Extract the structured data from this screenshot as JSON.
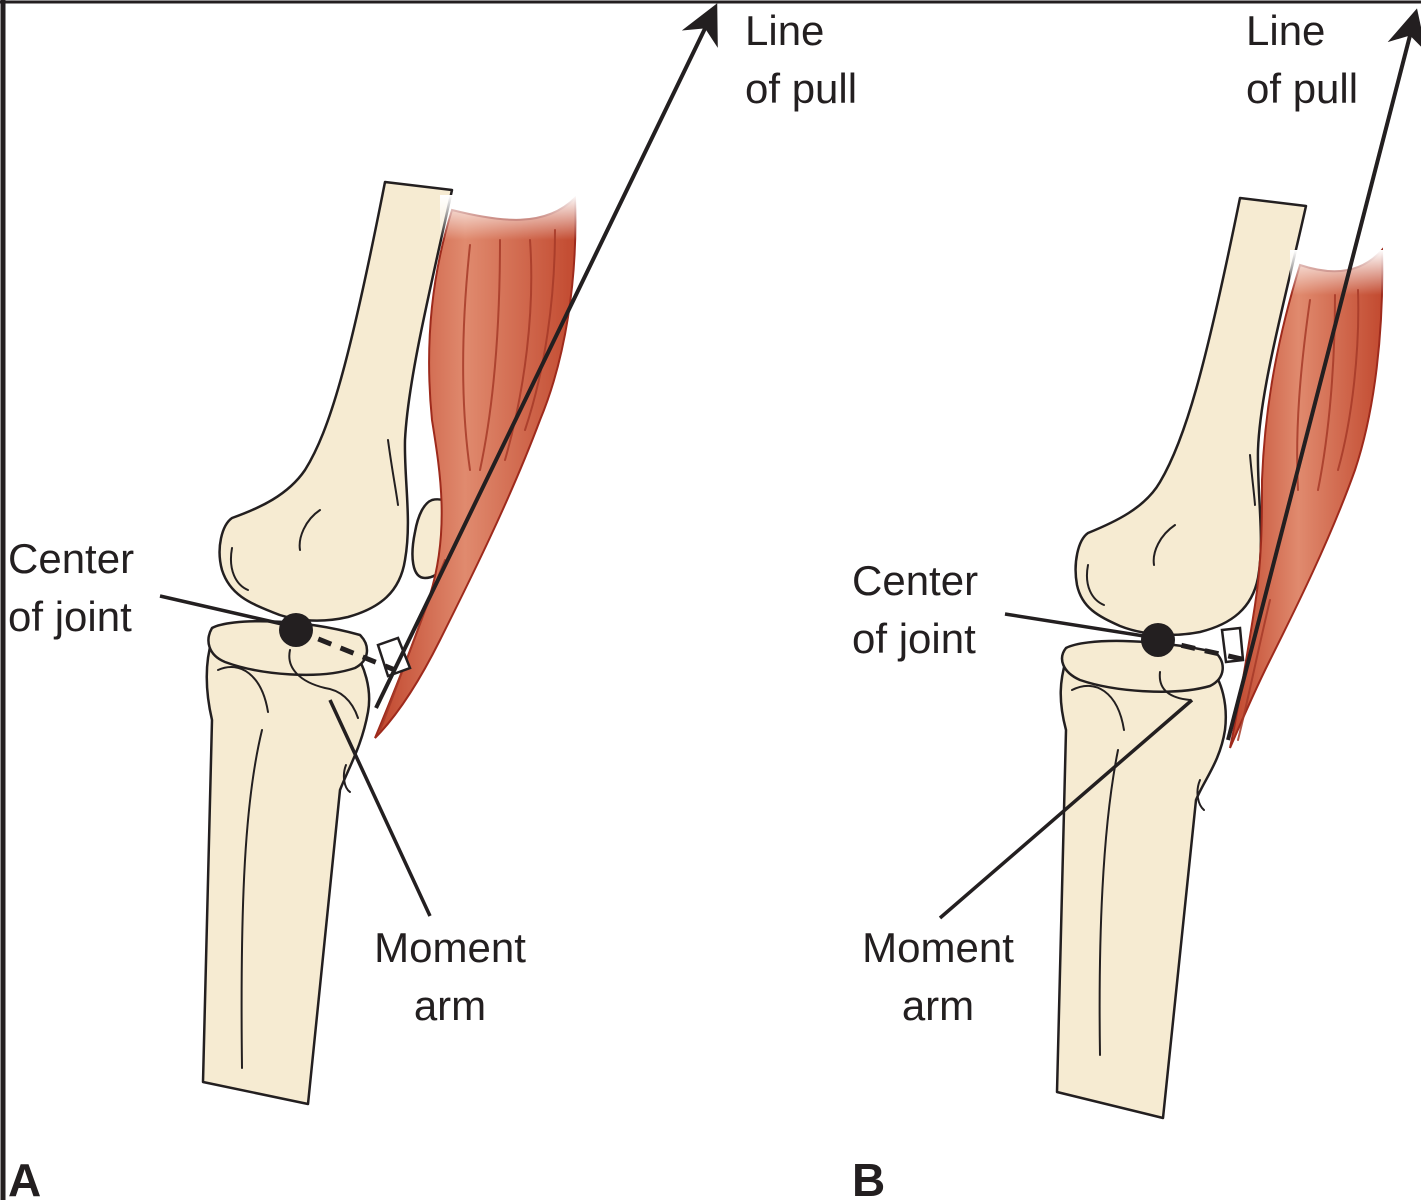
{
  "panels": [
    {
      "letter": "A",
      "line_of_pull": [
        "Line",
        "of pull"
      ],
      "center_of_joint": [
        "Center",
        "of joint"
      ],
      "moment_arm": [
        "Moment",
        "arm"
      ]
    },
    {
      "letter": "B",
      "line_of_pull": [
        "Line",
        "of pull"
      ],
      "center_of_joint": [
        "Center",
        "of joint"
      ],
      "moment_arm": [
        "Moment",
        "arm"
      ]
    }
  ],
  "colors": {
    "bone": "#f6ebd2",
    "muscle_dark": "#c0452c",
    "muscle_light": "#e69c80",
    "ink": "#231f20"
  }
}
